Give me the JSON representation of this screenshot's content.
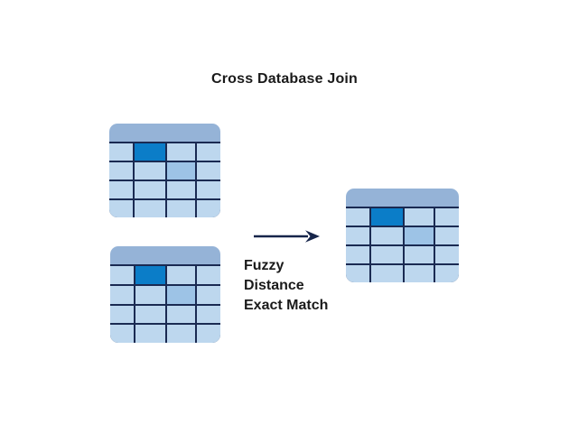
{
  "title": "Cross Database Join",
  "method_labels": [
    "Fuzzy",
    "Distance",
    "Exact Match"
  ],
  "table_spec": {
    "rows": 4,
    "cols": 4,
    "highlighted_cell": {
      "row": 1,
      "col": 2
    },
    "match_cell": {
      "row": 2,
      "col": 3
    }
  },
  "icons": {
    "arrow": "right-arrow"
  },
  "colors": {
    "background": "#ffffff",
    "table_header": "#95b3d7",
    "table_cell": "#bdd7ee",
    "highlight_cell": "#0b7dc8",
    "match_cell": "#9dc3e6",
    "grid_border": "#1a2a52",
    "arrow": "#16254a",
    "text": "#1a1a1a"
  }
}
